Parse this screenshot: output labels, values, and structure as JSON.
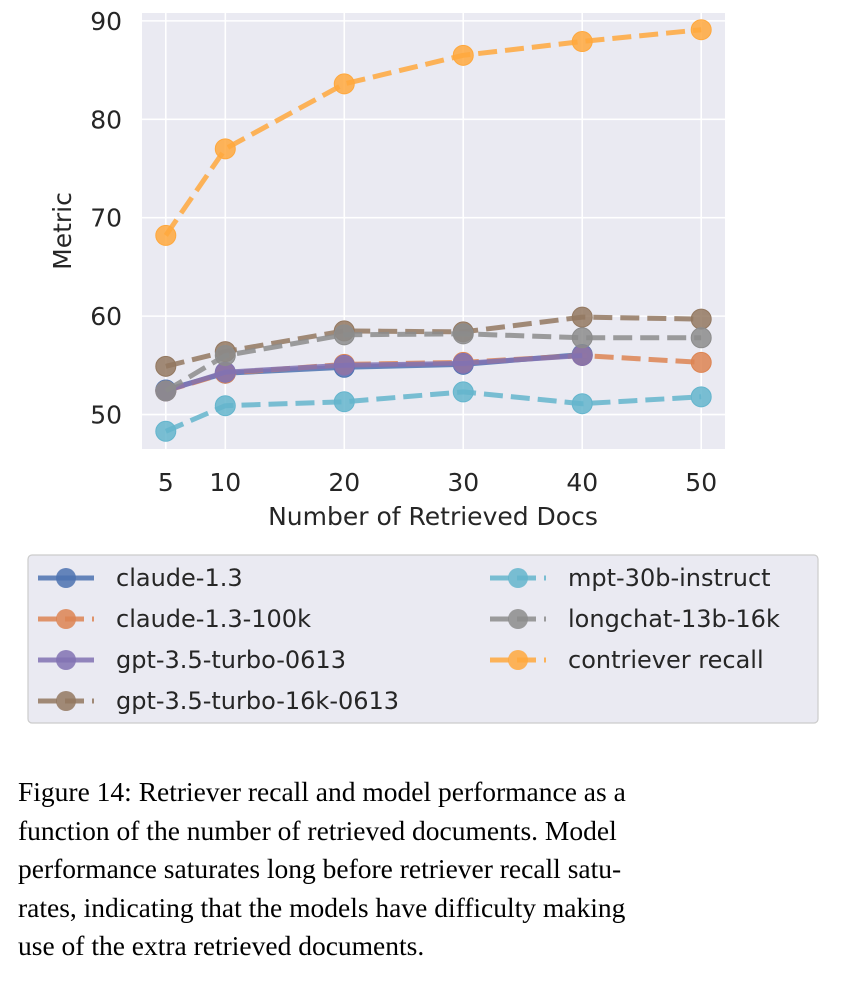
{
  "chart_data": {
    "type": "line",
    "title": "",
    "xlabel": "Number of Retrieved Docs",
    "ylabel": "Metric",
    "x": [
      5,
      10,
      20,
      30,
      40,
      50
    ],
    "xticks": [
      5,
      10,
      20,
      30,
      40,
      50
    ],
    "yticks": [
      50,
      60,
      70,
      80,
      90
    ],
    "xlim": [
      3,
      52
    ],
    "ylim": [
      46.5,
      90.8
    ],
    "grid": true,
    "legend_placement": "below",
    "series": [
      {
        "name": "claude-1.3",
        "values": [
          52.5,
          54.2,
          54.8,
          55.1,
          56.1,
          null
        ],
        "color": "#4c72b0",
        "dashed": false
      },
      {
        "name": "claude-1.3-100k",
        "values": [
          52.4,
          54.2,
          55.1,
          55.3,
          56.0,
          55.3
        ],
        "color": "#dd8452",
        "dashed": true
      },
      {
        "name": "gpt-3.5-turbo-0613",
        "values": [
          52.4,
          54.3,
          55.0,
          55.2,
          56.0,
          null
        ],
        "color": "#8172b3",
        "dashed": false
      },
      {
        "name": "gpt-3.5-turbo-16k-0613",
        "values": [
          54.9,
          56.4,
          58.5,
          58.4,
          59.9,
          59.7
        ],
        "color": "#937860",
        "dashed": true
      },
      {
        "name": "mpt-30b-instruct",
        "values": [
          48.3,
          50.9,
          51.3,
          52.3,
          51.1,
          51.8
        ],
        "color": "#64b5cd",
        "dashed": true
      },
      {
        "name": "longchat-13b-16k",
        "values": [
          52.4,
          56.0,
          58.1,
          58.2,
          57.8,
          57.8
        ],
        "color": "#8c8c8c",
        "dashed": true
      },
      {
        "name": "contriever recall",
        "values": [
          68.2,
          77.0,
          83.6,
          86.5,
          87.9,
          89.1
        ],
        "color": "#ffa83d",
        "dashed": true
      }
    ],
    "legend_left": [
      "claude-1.3",
      "claude-1.3-100k",
      "gpt-3.5-turbo-0613",
      "gpt-3.5-turbo-16k-0613"
    ],
    "legend_right": [
      "mpt-30b-instruct",
      "longchat-13b-16k",
      "contriever recall"
    ]
  },
  "caption": {
    "lines": [
      "Figure 14: Retriever recall and model performance as a",
      "function of the number of retrieved documents. Model",
      "performance saturates long before retriever recall satu-",
      "rates, indicating that the models have difficulty making",
      "use of the extra retrieved documents."
    ]
  }
}
